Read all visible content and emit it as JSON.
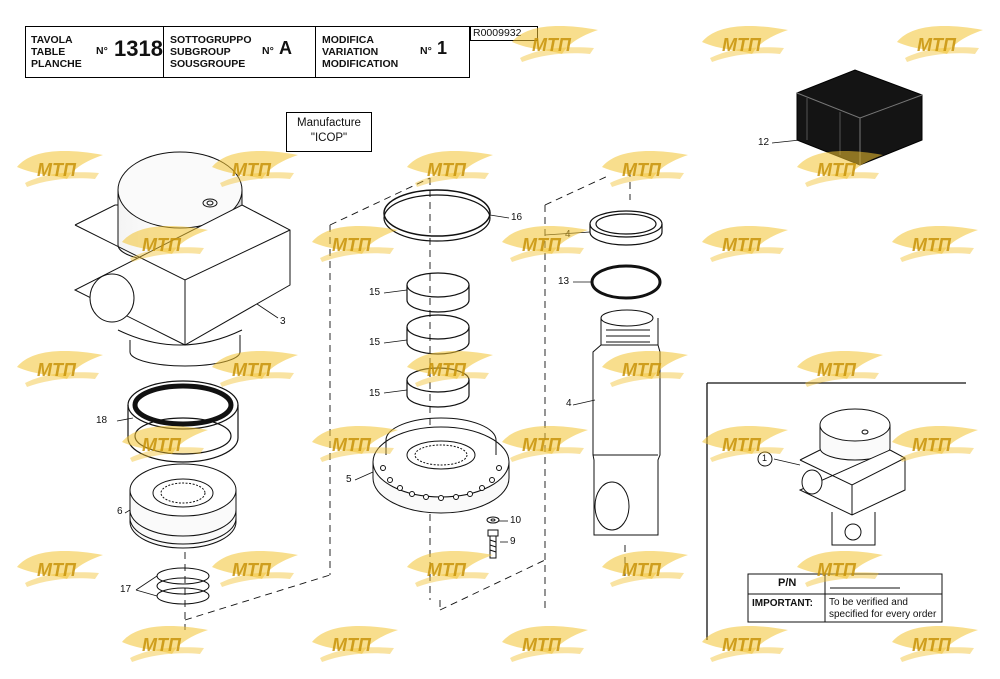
{
  "header": {
    "table_labels": [
      "TAVOLA",
      "TABLE",
      "PLANCHE"
    ],
    "table_no_prefix": "N°",
    "table_no": "1318",
    "subgroup_labels": [
      "SOTTOGRUPPO",
      "SUBGROUP",
      "SOUSGROUPE"
    ],
    "subgroup_no_prefix": "N°",
    "subgroup_no": "A",
    "modification_labels": [
      "MODIFICA",
      "VARIATION",
      "MODIFICATION"
    ],
    "modification_no_prefix": "N°",
    "modification_no": "1",
    "reference": "R0009932"
  },
  "manufacture_box": [
    "Manufacture",
    "\"ICOP\""
  ],
  "callouts": {
    "c3": "3",
    "c4a": "4",
    "c4b": "4",
    "c5": "5",
    "c6": "6",
    "c9": "9",
    "c10": "10",
    "c12": "12",
    "c13": "13",
    "c15a": "15",
    "c15b": "15",
    "c15c": "15",
    "c16": "16",
    "c17": "17",
    "c18": "18",
    "c1": "1"
  },
  "inset_table": {
    "pn_label": "P/N",
    "important_label": "IMPORTANT:",
    "important_text": [
      "To be verified and",
      "specified for every order"
    ]
  },
  "watermark": {
    "text": "МТП",
    "color": "#f2c230",
    "text_color": "#c8940a"
  }
}
